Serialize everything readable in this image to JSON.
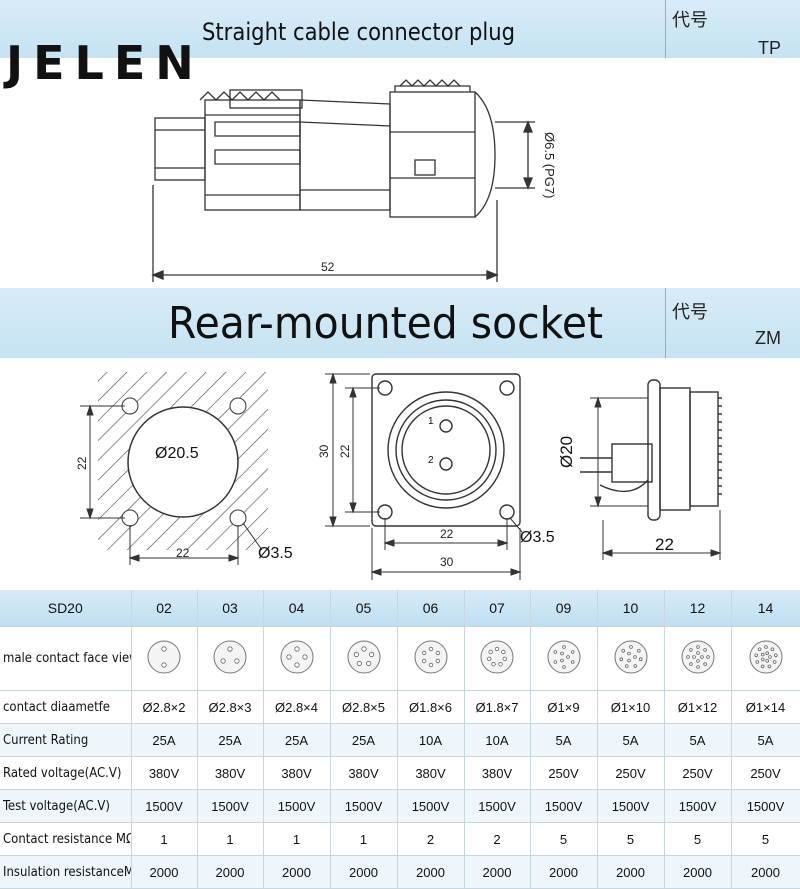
{
  "brand": "JELEN",
  "plug_section": {
    "title": "Straight cable connector plug",
    "code_label": "代号",
    "code_value": "TP",
    "dim_length": "52",
    "dim_cable": "Ø6.5 (PG7)"
  },
  "socket_section": {
    "title": "Rear-mounted socket",
    "code_label": "代号",
    "code_value": "ZM",
    "cutout": {
      "hole_dia": "Ø20.5",
      "spacing_v": "22",
      "spacing_h": "22",
      "mount_hole": "Ø3.5"
    },
    "front": {
      "outer_h": "30",
      "spacing_v": "22",
      "spacing_h": "22",
      "outer_w": "30",
      "mount_hole": "Ø3.5",
      "pin_1": "1",
      "pin_2": "2"
    },
    "side": {
      "dia": "Ø20",
      "depth": "22"
    }
  },
  "table": {
    "model": "SD20",
    "columns": [
      "02",
      "03",
      "04",
      "05",
      "06",
      "07",
      "09",
      "10",
      "12",
      "14"
    ],
    "pin_counts": [
      2,
      3,
      4,
      5,
      6,
      7,
      9,
      10,
      12,
      14
    ],
    "face_label": "male contact face view",
    "rows": [
      {
        "label": "contact diaametfe",
        "values": [
          "Ø2.8×2",
          "Ø2.8×3",
          "Ø2.8×4",
          "Ø2.8×5",
          "Ø1.8×6",
          "Ø1.8×7",
          "Ø1×9",
          "Ø1×10",
          "Ø1×12",
          "Ø1×14"
        ]
      },
      {
        "label": "Current Rating",
        "values": [
          "25A",
          "25A",
          "25A",
          "25A",
          "10A",
          "10A",
          "5A",
          "5A",
          "5A",
          "5A"
        ]
      },
      {
        "label": "Rated voltage(AC.V)",
        "values": [
          "380V",
          "380V",
          "380V",
          "380V",
          "380V",
          "380V",
          "250V",
          "250V",
          "250V",
          "250V"
        ]
      },
      {
        "label": "Test voltage(AC.V)",
        "values": [
          "1500V",
          "1500V",
          "1500V",
          "1500V",
          "1500V",
          "1500V",
          "1500V",
          "1500V",
          "1500V",
          "1500V"
        ]
      },
      {
        "label": "Contact resistance MΩ",
        "values": [
          "1",
          "1",
          "1",
          "1",
          "2",
          "2",
          "5",
          "5",
          "5",
          "5"
        ]
      },
      {
        "label": "Insulation resistanceMΩ",
        "values": [
          "2000",
          "2000",
          "2000",
          "2000",
          "2000",
          "2000",
          "2000",
          "2000",
          "2000",
          "2000"
        ]
      }
    ]
  },
  "colors": {
    "band": "#c9e4f4",
    "line": "#333333",
    "grid": "#c7d7e2"
  }
}
